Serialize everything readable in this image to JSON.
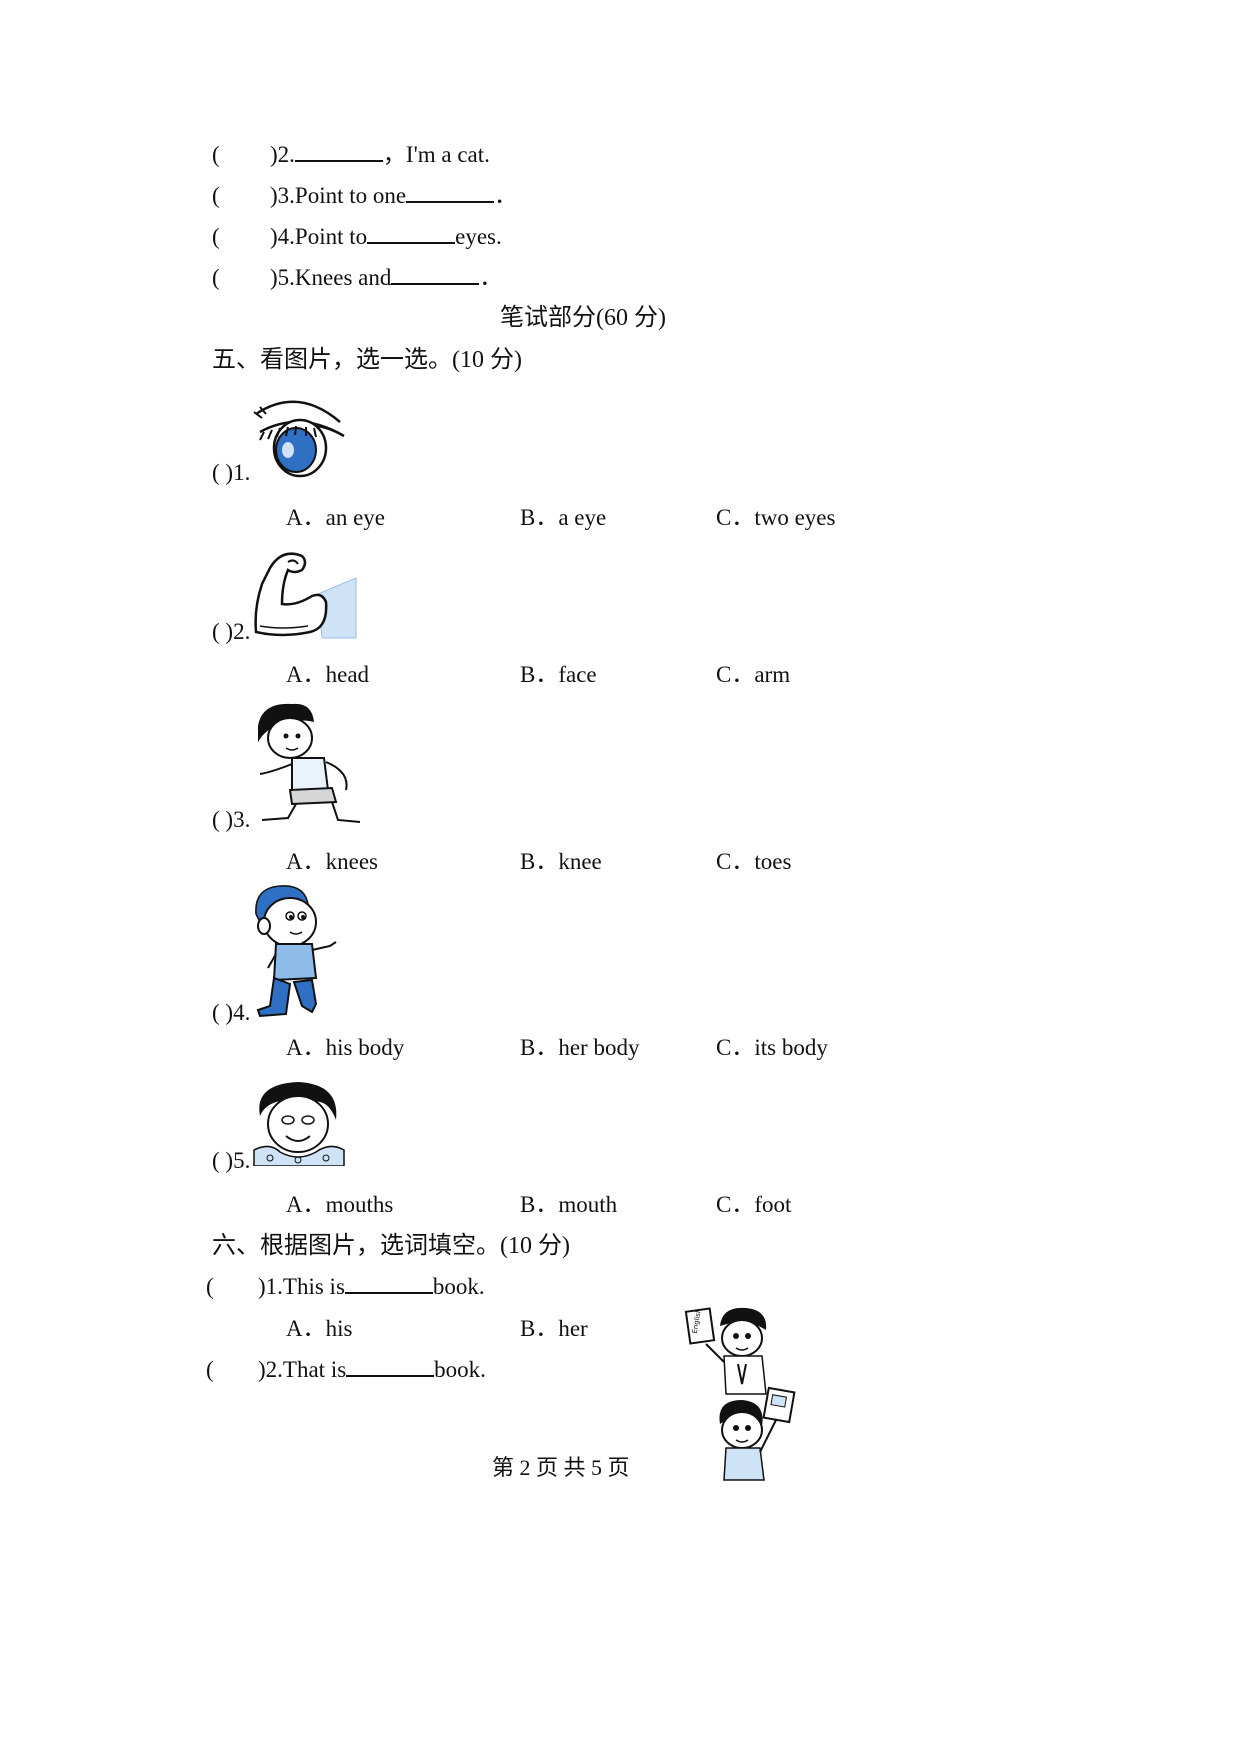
{
  "listening_tail": [
    {
      "num": ")2.",
      "before": "",
      "after": "，I'm a cat."
    },
    {
      "num": ")3.",
      "before": "Point to one",
      "after": "．"
    },
    {
      "num": ")4.",
      "before": "Point to",
      "after": "eyes."
    },
    {
      "num": ")5.",
      "before": "Knees and",
      "after": "．"
    }
  ],
  "paren_open": "(",
  "written_title": "笔试部分(60 分)",
  "section5": {
    "title": "五、看图片，选一选。(10 分)",
    "questions": [
      {
        "label": "( )1.",
        "picture": "eye-picture",
        "options": [
          "A．an eye",
          "B．a eye",
          "C．two eyes"
        ]
      },
      {
        "label": "( )2.",
        "picture": "arm-picture",
        "options": [
          "A．head",
          "B．face",
          "C．arm"
        ]
      },
      {
        "label": "( )3.",
        "picture": "kneeling-boy-picture",
        "options": [
          "A．knees",
          "B．knee",
          "C．toes"
        ]
      },
      {
        "label": "( )4.",
        "picture": "boy-pointing-picture",
        "options": [
          "A．his body",
          "B．her body",
          "C．its body"
        ]
      },
      {
        "label": "( )5.",
        "picture": "face-picture",
        "options": [
          "A．mouths",
          "B．mouth",
          "C．foot"
        ]
      }
    ]
  },
  "section6": {
    "title": "六、根据图片，选词填空。(10 分)",
    "q1": {
      "num": ")1.",
      "before": "This is",
      "after": "book."
    },
    "options": [
      "A．his",
      "B．her"
    ],
    "q2": {
      "num": ")2.",
      "before": "That is",
      "after": "book."
    },
    "book_label": "English"
  },
  "footer": "第 2 页 共 5 页",
  "colors": {
    "blue": "#2f6fc4",
    "light_blue": "#cfe3f7",
    "ink": "#111111"
  }
}
